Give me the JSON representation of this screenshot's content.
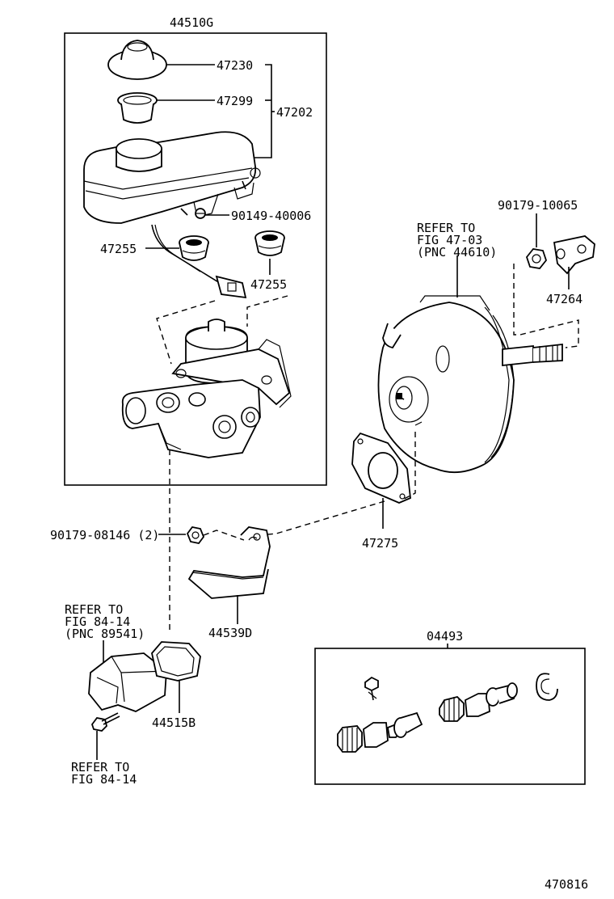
{
  "diagram": {
    "labels": {
      "assembly_master_cylinder": "44510G",
      "reservoir_cap": "47230",
      "strainer": "47299",
      "reservoir_set": "47202",
      "screw_reservoir": "90149-40006",
      "grommet_left": "47255",
      "grommet_right": "47255",
      "nut_clevis": "90179-10065",
      "clevis": "47264",
      "gasket_booster": "47275",
      "nut_bracket": "90179-08146 (2)",
      "bracket": "44539D",
      "gasket_sensor": "44515B",
      "repair_kit": "04493",
      "figure_number": "470816"
    },
    "refer_booster": [
      "REFER TO",
      "FIG 47-03",
      "(PNC 44610)"
    ],
    "refer_sensor": [
      "REFER TO",
      "FIG 84-14",
      "(PNC 89541)"
    ],
    "refer_bolt": [
      "REFER TO",
      "FIG 84-14"
    ]
  }
}
